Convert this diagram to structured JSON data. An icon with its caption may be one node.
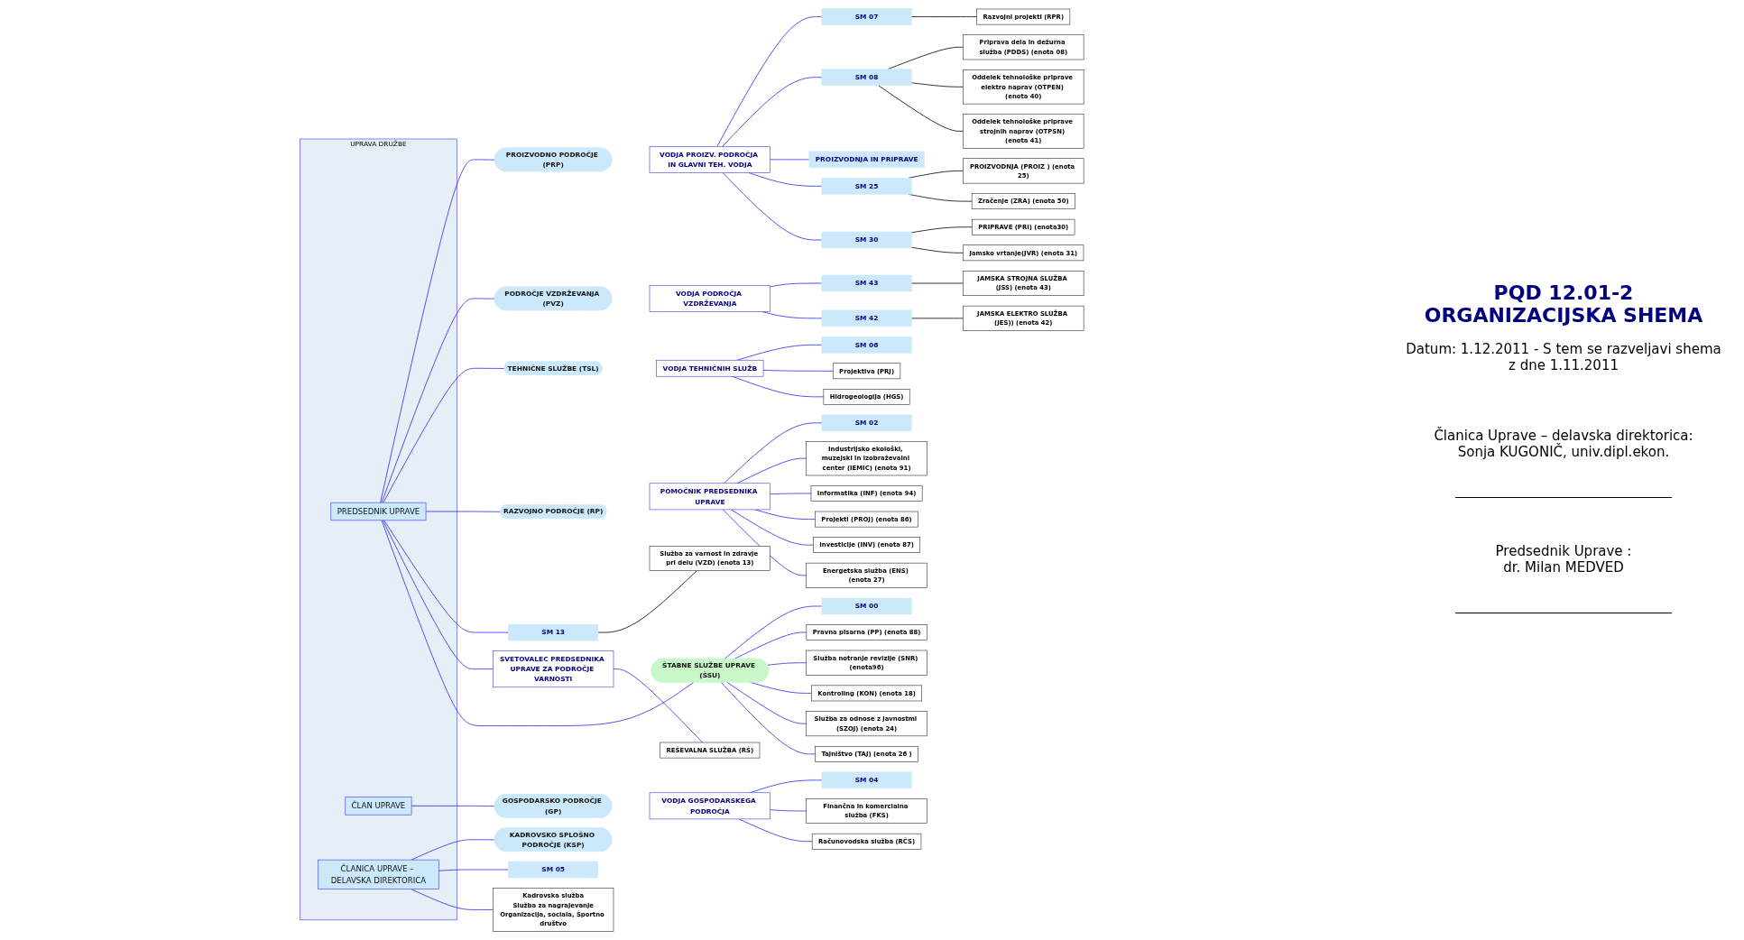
{
  "diagram": {
    "title": "PQD 12.01-2 ORGANIZACIJSKA SHEMA",
    "caption": "Datum: 1.12.2011 - S tem se razveljavi shema z dne 1.11.2011",
    "nodes": [
      {
        "text": [
          "UPRAVA DRUŽBE"
        ]
      },
      {
        "text": [
          "PREDSEDNIK UPRAVE"
        ],
        "in": 0
      },
      {
        "text": [
          "ČLAN UPRAVE"
        ],
        "in": 0
      },
      {
        "text": [
          "ČLANICA UPRAVE – DELAVSKA DIREKTORICA"
        ],
        "in": 0
      },
      {
        "text": [
          "PROIZVODNO PODROČJE (PRP)"
        ]
      },
      {
        "text": [
          "VODJA PROIZV. PODROČJA IN GLAVNI TEH. VODJA"
        ]
      },
      {
        "text": [
          "SM 07"
        ]
      },
      {
        "text": [
          "Razvojni projekti (RPR)"
        ]
      },
      {
        "text": [
          "SM 08"
        ]
      },
      {
        "text": [
          "Priprava dela in dežurna služba (PDDS) (enota 08)"
        ]
      },
      {
        "text": [
          "Oddelek tehnološke priprave elektro naprav (OTPEN) (enota 40)"
        ]
      },
      {
        "text": [
          "Oddelek tehnološke priprave strojnih naprav (OTPSN) (enota 41)"
        ]
      },
      {
        "text": [
          "PROIZVODNJA IN PRIPRAVE"
        ]
      },
      {
        "text": [
          "SM 25"
        ]
      },
      {
        "text": [
          "PROIZVODNJA (PROIZ ) (enota 25)"
        ]
      },
      {
        "text": [
          "Zračenje (ZRA) (enota 50)"
        ]
      },
      {
        "text": [
          "SM 30"
        ]
      },
      {
        "text": [
          "PRIPRAVE (PRI) (enota30)"
        ]
      },
      {
        "text": [
          "Jamsko vrtanje(JVR) (enota 31)"
        ]
      },
      {
        "text": [
          "PODROČJE VZDRŽEVANJA (PVZ)"
        ]
      },
      {
        "text": [
          "VODJA PODROČJA VZDRŽEVANJA"
        ]
      },
      {
        "text": [
          "SM 43"
        ]
      },
      {
        "text": [
          "JAMSKA STROJNA SLUŽBA (JSS) (enota 43)"
        ]
      },
      {
        "text": [
          "SM 42"
        ]
      },
      {
        "text": [
          "JAMSKA ELEKTRO SLUŽBA (JES)) (enota 42)"
        ]
      },
      {
        "text": [
          "TEHNIČNE SLUŽBE (TSL)"
        ]
      },
      {
        "text": [
          "VODJA TEHNIČNIH SLUŽB"
        ]
      },
      {
        "text": [
          "SM 06"
        ]
      },
      {
        "text": [
          "Projektiva (PRJ)"
        ]
      },
      {
        "text": [
          "Hidrogeologija (HGS)"
        ]
      },
      {
        "text": [
          "RAZVOJNO PODROČJE (RP)"
        ]
      },
      {
        "text": [
          "POMOČNIK PREDSEDNIKA UPRAVE"
        ]
      },
      {
        "text": [
          "SM 02"
        ]
      },
      {
        "text": [
          "Industrijsko ekološki, muzejski in izobraževalni center (IEMIC) (enota 91)"
        ]
      },
      {
        "text": [
          "Informatika (INF) (enota 94)"
        ]
      },
      {
        "text": [
          "Projekti (PROJ) (enota 86)"
        ]
      },
      {
        "text": [
          "Investicije (INV) (enota 87)"
        ]
      },
      {
        "text": [
          "Energetska služba (ENS) (enota 27)"
        ]
      },
      {
        "text": [
          "GOSPODARSKO PODROČJE (GP)"
        ]
      },
      {
        "text": [
          "VODJA GOSPODARSKEGA PODROČJA"
        ]
      },
      {
        "text": [
          "SM 04"
        ]
      },
      {
        "text": [
          "Finančna in komercialna služba (FKS)"
        ]
      },
      {
        "text": [
          "Računovodska služba (RČS)"
        ]
      },
      {
        "text": [
          "KADROVSKO SPLOŠNO PODROČJE (KSP)"
        ]
      },
      {
        "text": [
          "SM 05"
        ]
      },
      {
        "text": [
          "Kadrovska služba",
          "Služba za nagrajevanje",
          "Organizacija, sociala, Športno društvo"
        ]
      },
      {
        "text": [
          "SM 13"
        ]
      },
      {
        "text": [
          "Služba za varnost in zdravje pri delu (VZD) (enota 13)"
        ]
      },
      {
        "text": [
          "SVETOVALEC PREDSEDNIKA UPRAVE ZA PODROČJE VARNOSTI"
        ]
      },
      {
        "text": [
          "REŠEVALNA SLUŽBA (RŠ)"
        ]
      },
      {
        "text": [
          "ŠTABNE SLUŽBE UPRAVE (ŠSU)"
        ]
      },
      {
        "text": [
          "SM 00"
        ]
      },
      {
        "text": [
          "Pravna pisarna (PP) (enota 88)"
        ]
      },
      {
        "text": [
          "Služba notranje revizije (SNR) (enota96)"
        ]
      },
      {
        "text": [
          "Kontroling (KON) (enota 18)"
        ]
      },
      {
        "text": [
          "Služba za odnose z javnostmi (SZOJ) (enota 24)"
        ]
      },
      {
        "text": [
          "Tajništvo (TAJ) (enota 26 )"
        ]
      }
    ],
    "edges": [
      {
        "from": 1,
        "to": 4,
        "arrow": "none"
      },
      {
        "from": 1,
        "to": 19,
        "arrow": "none"
      },
      {
        "from": 1,
        "to": 25,
        "arrow": "none"
      },
      {
        "from": 1,
        "to": 30,
        "arrow": "none"
      },
      {
        "from": 1,
        "to": 46,
        "arrow": "none"
      },
      {
        "from": 1,
        "to": 48,
        "arrow": "none"
      },
      {
        "from": 1,
        "to": 50,
        "arrow": "none"
      },
      {
        "from": 2,
        "to": 38,
        "arrow": "none"
      },
      {
        "from": 3,
        "to": 43,
        "arrow": "none"
      },
      {
        "from": 3,
        "to": 44,
        "arrow": "none"
      },
      {
        "from": 3,
        "to": 45,
        "arrow": "none"
      },
      {
        "from": 5,
        "to": 6,
        "arrow": "none"
      },
      {
        "from": 5,
        "to": 8,
        "arrow": "none"
      },
      {
        "from": 5,
        "to": 12,
        "arrow": "none"
      },
      {
        "from": 5,
        "to": 13,
        "arrow": "none"
      },
      {
        "from": 5,
        "to": 16,
        "arrow": "none"
      },
      {
        "from": 6,
        "to": 7,
        "arrow": "none",
        "color": "#000000"
      },
      {
        "from": 8,
        "to": 9,
        "arrow": "none",
        "color": "#000000"
      },
      {
        "from": 8,
        "to": 10,
        "arrow": "none",
        "color": "#000000"
      },
      {
        "from": 8,
        "to": 11,
        "arrow": "none",
        "color": "#000000"
      },
      {
        "from": 13,
        "to": 14,
        "arrow": "none",
        "color": "#000000"
      },
      {
        "from": 13,
        "to": 15,
        "arrow": "none",
        "color": "#000000"
      },
      {
        "from": 16,
        "to": 17,
        "arrow": "none",
        "color": "#000000"
      },
      {
        "from": 16,
        "to": 18,
        "arrow": "none",
        "color": "#000000"
      },
      {
        "from": 20,
        "to": 21,
        "arrow": "none"
      },
      {
        "from": 20,
        "to": 23,
        "arrow": "none"
      },
      {
        "from": 21,
        "to": 22,
        "arrow": "none",
        "color": "#000000"
      },
      {
        "from": 23,
        "to": 24,
        "arrow": "none",
        "color": "#000000"
      },
      {
        "from": 26,
        "to": 27,
        "arrow": "none"
      },
      {
        "from": 26,
        "to": 28,
        "arrow": "none"
      },
      {
        "from": 26,
        "to": 29,
        "arrow": "none"
      },
      {
        "from": 31,
        "to": 32,
        "arrow": "none"
      },
      {
        "from": 31,
        "to": 33,
        "arrow": "none"
      },
      {
        "from": 31,
        "to": 34,
        "arrow": "none"
      },
      {
        "from": 31,
        "to": 35,
        "arrow": "none"
      },
      {
        "from": 31,
        "to": 36,
        "arrow": "none"
      },
      {
        "from": 31,
        "to": 37,
        "arrow": "none"
      },
      {
        "from": 39,
        "to": 40,
        "arrow": "none"
      },
      {
        "from": 39,
        "to": 41,
        "arrow": "none"
      },
      {
        "from": 39,
        "to": 42,
        "arrow": "none"
      },
      {
        "from": 46,
        "to": 47,
        "arrow": "none",
        "color": "#000000"
      },
      {
        "from": 48,
        "to": 49,
        "arrow": "none"
      },
      {
        "from": 50,
        "to": 51,
        "arrow": "none"
      },
      {
        "from": 50,
        "to": 52,
        "arrow": "none"
      },
      {
        "from": 50,
        "to": 53,
        "arrow": "none"
      },
      {
        "from": 50,
        "to": 54,
        "arrow": "none"
      },
      {
        "from": 50,
        "to": 55,
        "arrow": "none"
      },
      {
        "from": 50,
        "to": 56,
        "arrow": "none"
      }
    ],
    "labels": [
      "Članica Uprave – delavska direktorica:",
      "Sonja KUGONIČ, univ.dipl.ekon.",
      "Predsednik Uprave :",
      "dr. Milan MEDVED"
    ]
  }
}
